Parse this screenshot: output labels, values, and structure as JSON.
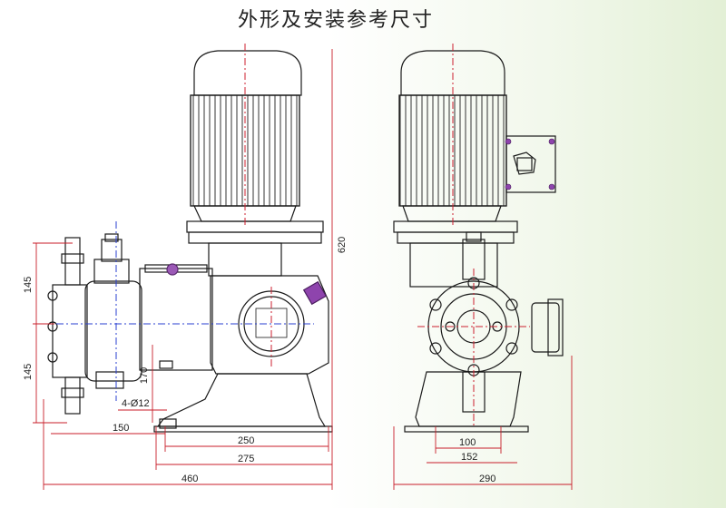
{
  "title": "外形及安装参考尺寸",
  "dimensions": {
    "height_total": "620",
    "side_upper": "145",
    "side_lower": "145",
    "base_height": "170",
    "bolt_holes": "4-Ø12",
    "offset_150": "150",
    "base_250": "250",
    "base_275": "275",
    "overall_460": "460",
    "front_100": "100",
    "front_152": "152",
    "front_290": "290"
  },
  "colors": {
    "outline": "#1a1a1a",
    "centerline": "#cc1f2f",
    "blue_axis": "#2a3fd0",
    "accent_purple": "#8a2a9c",
    "dim_red": "#c81e2a"
  }
}
